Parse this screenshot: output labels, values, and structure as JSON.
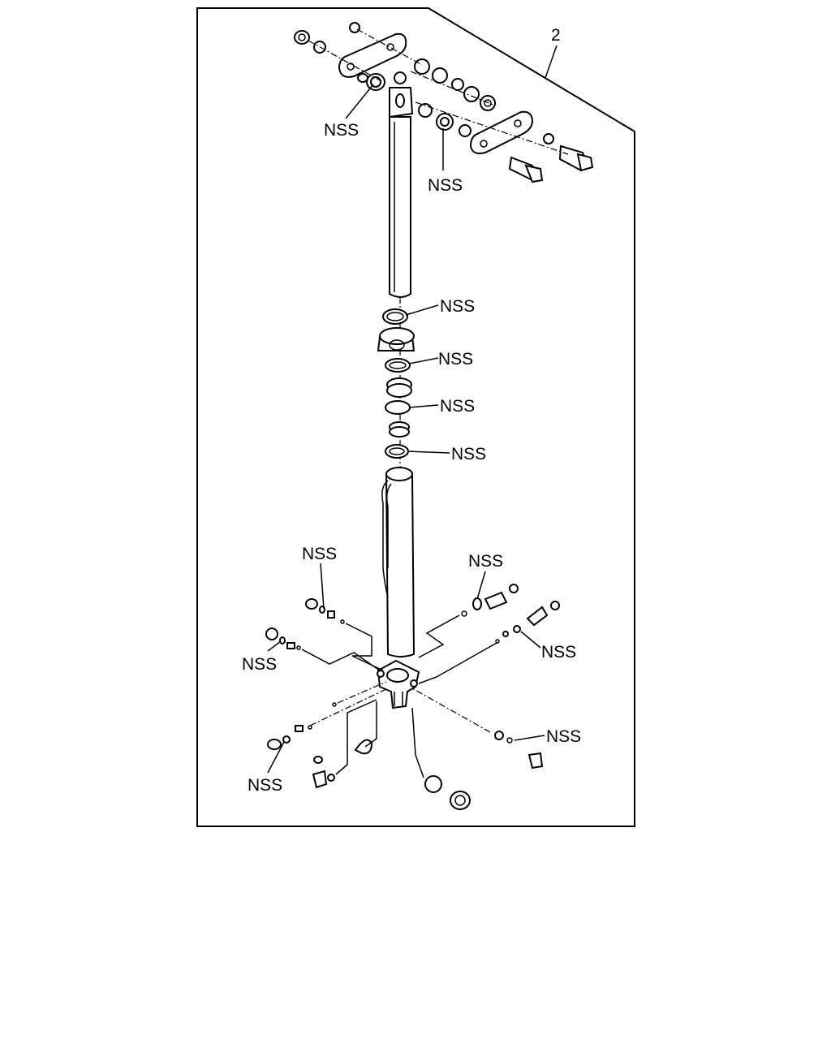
{
  "diagram": {
    "callout_number": "2",
    "labels": {
      "nss_1": "NSS",
      "nss_2": "NSS",
      "nss_3": "NSS",
      "nss_4": "NSS",
      "nss_5": "NSS",
      "nss_6": "NSS",
      "nss_7": "NSS",
      "nss_8": "NSS",
      "nss_9": "NSS",
      "nss_10": "NSS",
      "nss_11": "NSS",
      "nss_12": "NSS"
    }
  }
}
